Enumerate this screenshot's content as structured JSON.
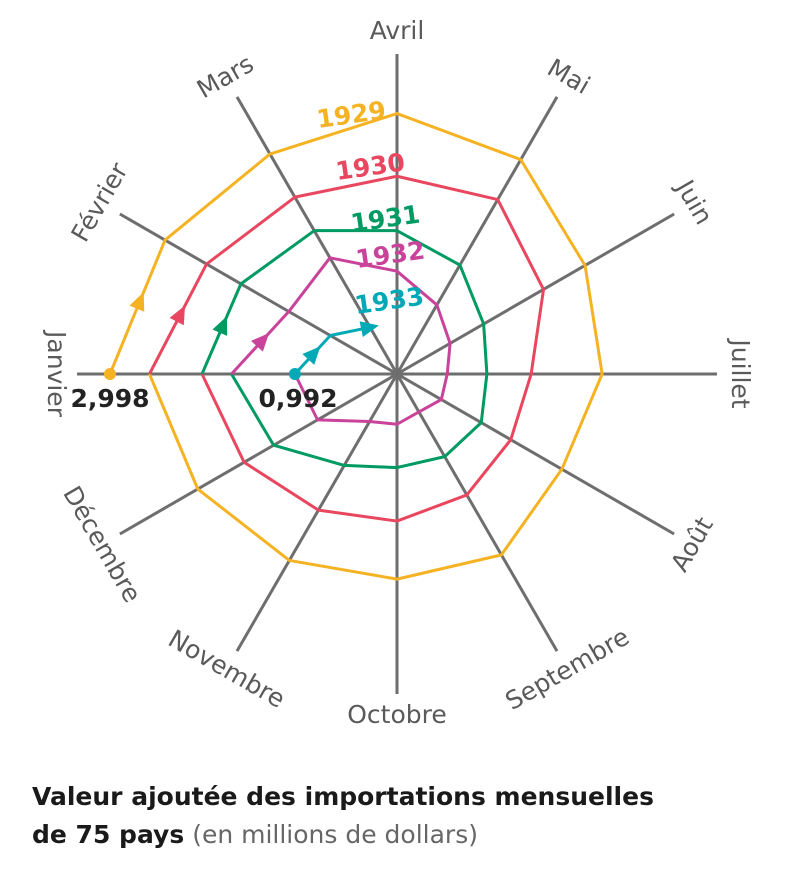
{
  "chart_data": {
    "type": "radar-spiral",
    "title": "Valeur ajoutée des importations mensuelles de 75 pays",
    "title_line2_bold": "de 75 pays",
    "title_line1": "Valeur ajoutée des importations mensuelles",
    "unit": "(en millions de dollars)",
    "months": [
      "Janvier",
      "Février",
      "Mars",
      "Avril",
      "Mai",
      "Juin",
      "Juillet",
      "Août",
      "Septembre",
      "Octobre",
      "Novembre",
      "Décembre"
    ],
    "series": [
      {
        "name": "1929",
        "color": "#F5B323",
        "values": [
          2998,
          2790,
          2640,
          2710,
          2570,
          2240,
          2110,
          1950,
          2150,
          2110,
          2220,
          2380
        ]
      },
      {
        "name": "1930",
        "color": "#E8475F",
        "values": [
          2570,
          2270,
          2100,
          2030,
          2070,
          1720,
          1340,
          1310,
          1400,
          1480,
          1590,
          1800
        ]
      },
      {
        "name": "1931",
        "color": "#009A63",
        "values": [
          2000,
          1840,
          1680,
          1440,
          1250,
          970,
          860,
          940,
          920,
          900,
          1030,
          1430
        ]
      },
      {
        "name": "1932",
        "color": "#C9439A",
        "values": [
          1680,
          1240,
          1340,
          1000,
          750,
          550,
          430,
          440,
          360,
          430,
          480,
          880
        ]
      },
      {
        "name": "1933",
        "color": "#00A9B5",
        "values": [
          992,
          720,
          470
        ]
      }
    ],
    "annotations": [
      "2,998",
      "0,992"
    ],
    "axis_color": "#6e6e6e"
  }
}
